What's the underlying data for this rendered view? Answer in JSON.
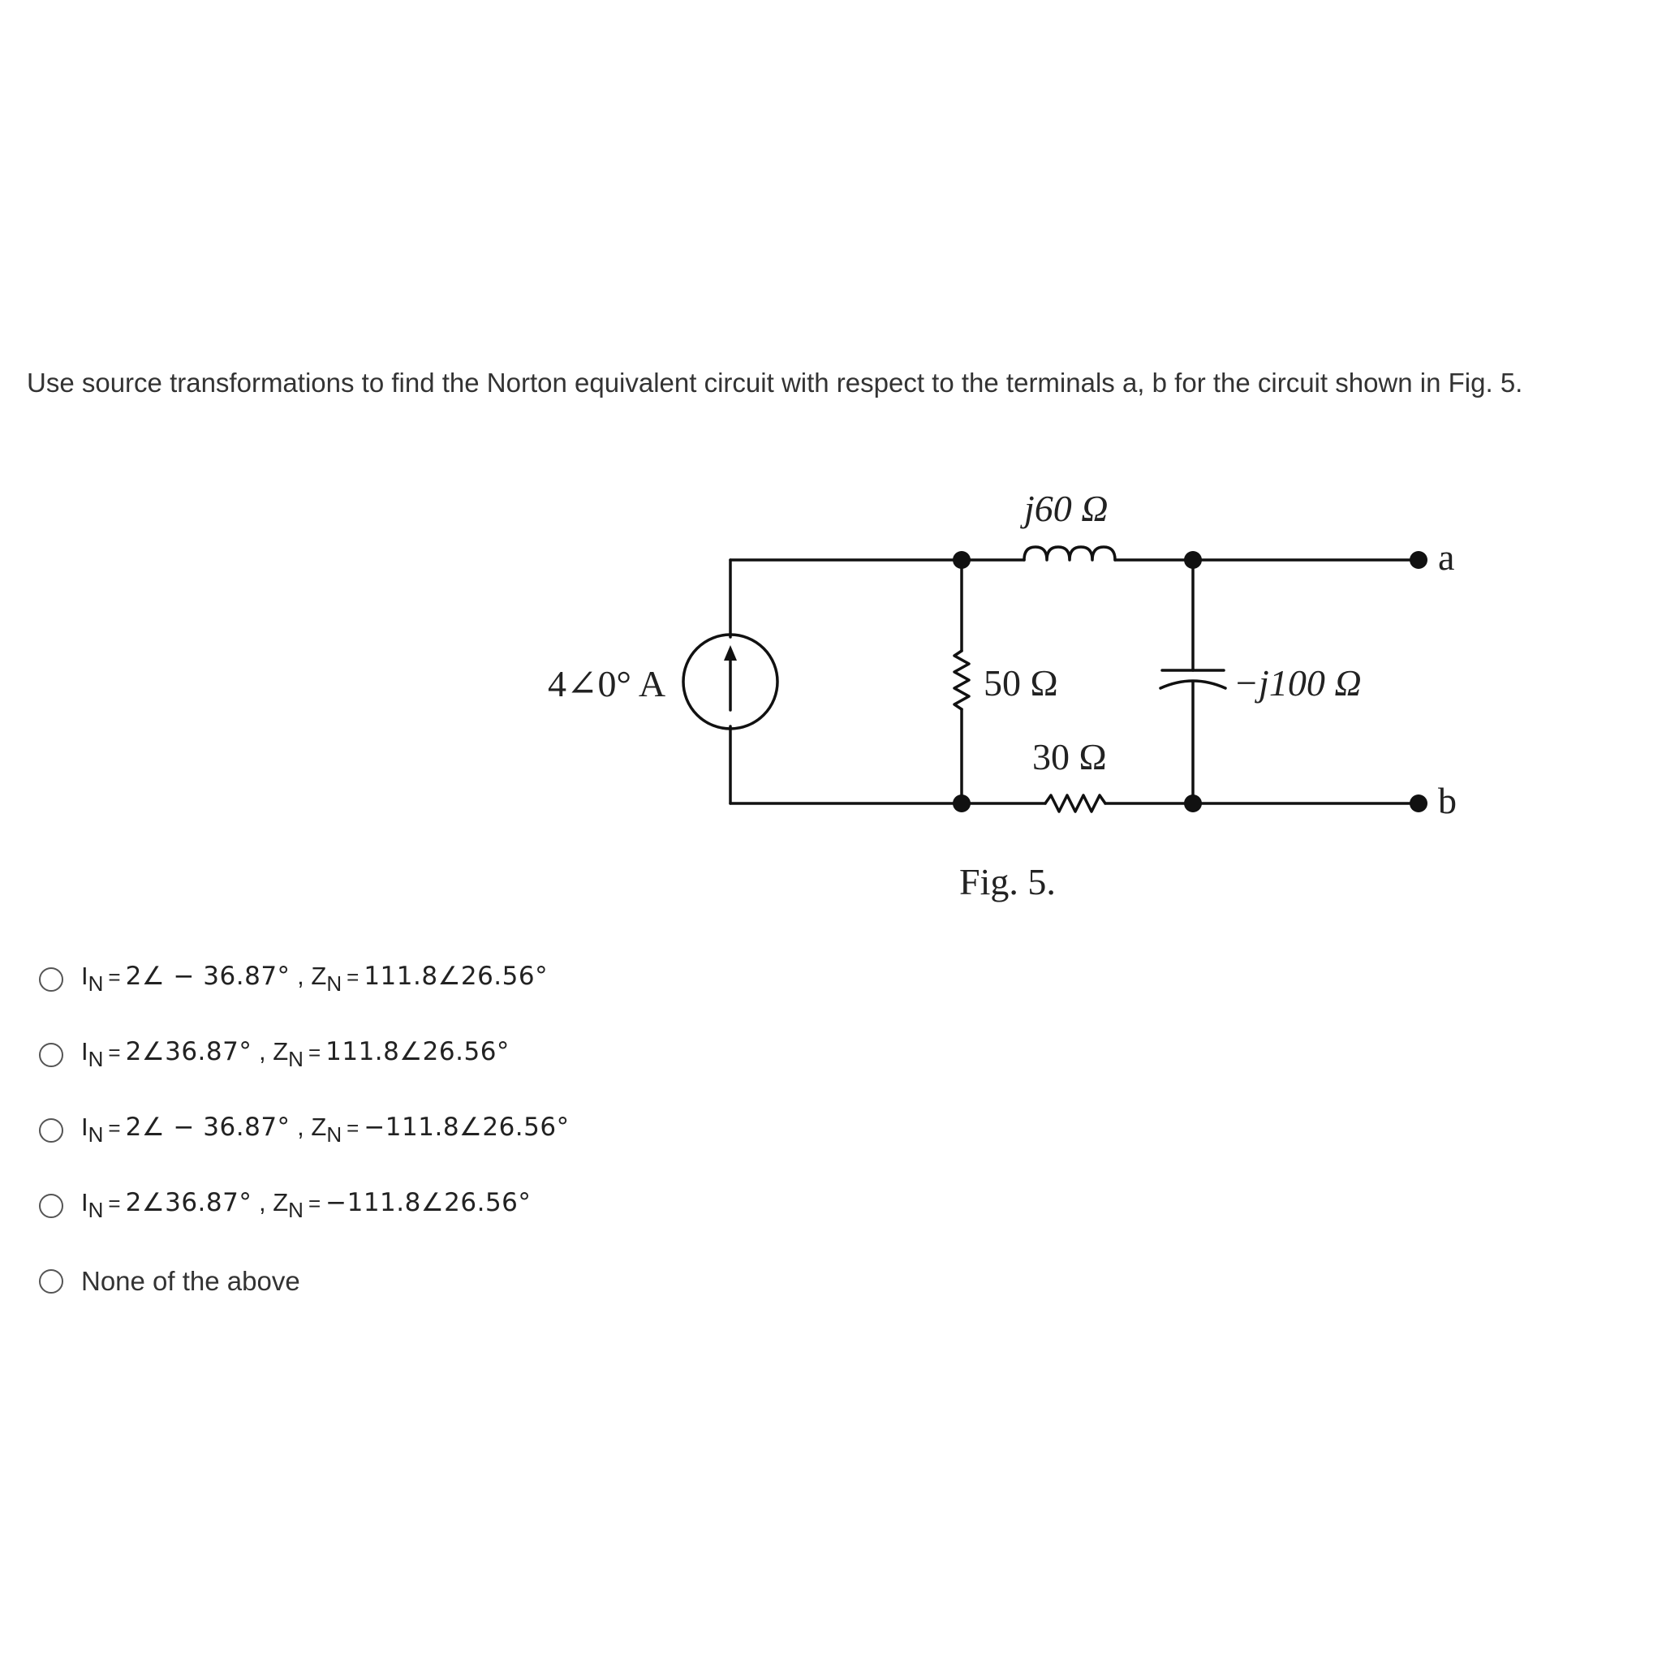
{
  "question": "Use source transformations to find the Norton equivalent circuit with respect to the terminals a, b for the circuit shown in Fig. 5.",
  "figure": {
    "source_label": "4∠0° A",
    "inductor_label": "j60 Ω",
    "resistor_50_label": "50 Ω",
    "resistor_30_label": "30 Ω",
    "capacitor_label": "−j100 Ω",
    "terminal_a": "a",
    "terminal_b": "b",
    "caption": "Fig. 5."
  },
  "options": [
    {
      "i_sym": "I",
      "i_sub": "N",
      "i_val": "2∠ − 36.87°",
      "z_sym": "Z",
      "z_sub": "N",
      "z_val": "111.8∠26.56°"
    },
    {
      "i_sym": "I",
      "i_sub": "N",
      "i_val": "2∠36.87°",
      "z_sym": "Z",
      "z_sub": "N",
      "z_val": "111.8∠26.56°"
    },
    {
      "i_sym": "I",
      "i_sub": "N",
      "i_val": "2∠ − 36.87°",
      "z_sym": "Z",
      "z_sub": "N",
      "z_val": "−111.8∠26.56°"
    },
    {
      "i_sym": "I",
      "i_sub": "N",
      "i_val": "2∠36.87°",
      "z_sym": "Z",
      "z_sub": "N",
      "z_val": "−111.8∠26.56°"
    }
  ],
  "option_none": "None of the above"
}
